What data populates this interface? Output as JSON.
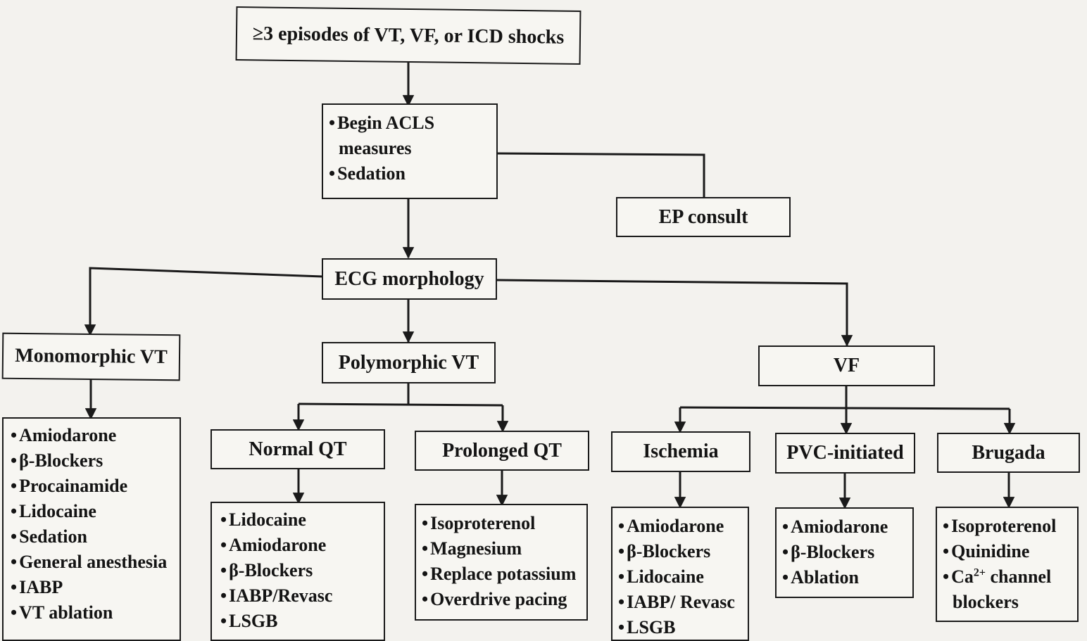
{
  "top": {
    "label": "≥3 episodes of VT, VF, or ICD shocks"
  },
  "initial": {
    "items": [
      "Begin ACLS",
      "measures",
      "Sedation"
    ]
  },
  "ep_consult": {
    "label": "EP consult"
  },
  "ecg": {
    "label": "ECG morphology"
  },
  "monomorphic": {
    "label": "Monomorphic VT",
    "items": [
      "Amiodarone",
      "β-Blockers",
      "Procainamide",
      "Lidocaine",
      "Sedation",
      "General anesthesia",
      "IABP",
      "VT ablation"
    ]
  },
  "polymorphic": {
    "label": "Polymorphic VT"
  },
  "normal_qt": {
    "label": "Normal QT",
    "items": [
      "Lidocaine",
      "Amiodarone",
      "β-Blockers",
      "IABP/Revasc",
      "LSGB"
    ]
  },
  "prolonged_qt": {
    "label": "Prolonged QT",
    "items": [
      "Isoproterenol",
      "Magnesium",
      "Replace potassium",
      "Overdrive pacing"
    ]
  },
  "vf": {
    "label": "VF"
  },
  "ischemia": {
    "label": "Ischemia",
    "items": [
      "Amiodarone",
      "β-Blockers",
      "Lidocaine",
      "IABP/ Revasc",
      "LSGB"
    ]
  },
  "pvc": {
    "label": "PVC-initiated",
    "items": [
      "Amiodarone",
      "β-Blockers",
      "Ablation"
    ]
  },
  "brugada": {
    "label": "Brugada",
    "items": [
      "Isoproterenol",
      "Quinidine",
      "Ca",
      "2+",
      " channel",
      "blockers"
    ]
  }
}
